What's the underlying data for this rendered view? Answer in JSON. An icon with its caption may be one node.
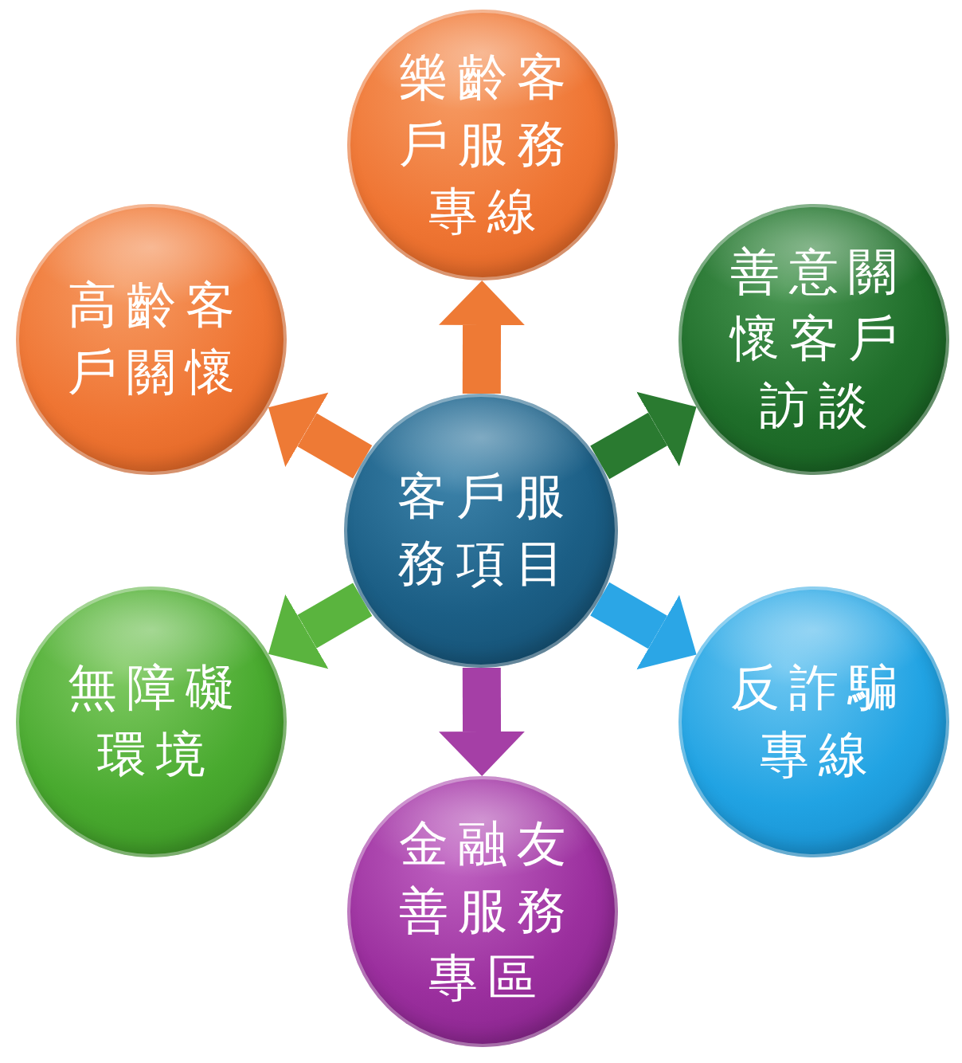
{
  "diagram": {
    "nodes": [
      {
        "text": [
          "客戶服務項目"
        ]
      },
      {
        "text": [
          "樂齡客戶服務專線"
        ]
      },
      {
        "text": [
          "善意關懷客戶訪談"
        ]
      },
      {
        "text": [
          "反詐騙專線"
        ]
      },
      {
        "text": [
          "金融友善服務專區"
        ]
      },
      {
        "text": [
          "無障礙環境"
        ]
      },
      {
        "text": [
          "高齡客戶關懷"
        ]
      }
    ],
    "edges": [
      {
        "from": 0,
        "to": 1,
        "arrow": "to",
        "color": "#ee7a35"
      },
      {
        "from": 0,
        "to": 2,
        "arrow": "to",
        "color": "#2a7a30"
      },
      {
        "from": 0,
        "to": 3,
        "arrow": "to",
        "color": "#2ba6e6"
      },
      {
        "from": 0,
        "to": 4,
        "arrow": "to",
        "color": "#a53fa6"
      },
      {
        "from": 0,
        "to": 5,
        "arrow": "to",
        "color": "#5ab43e"
      },
      {
        "from": 0,
        "to": 6,
        "arrow": "to",
        "color": "#ee7a35"
      }
    ]
  }
}
